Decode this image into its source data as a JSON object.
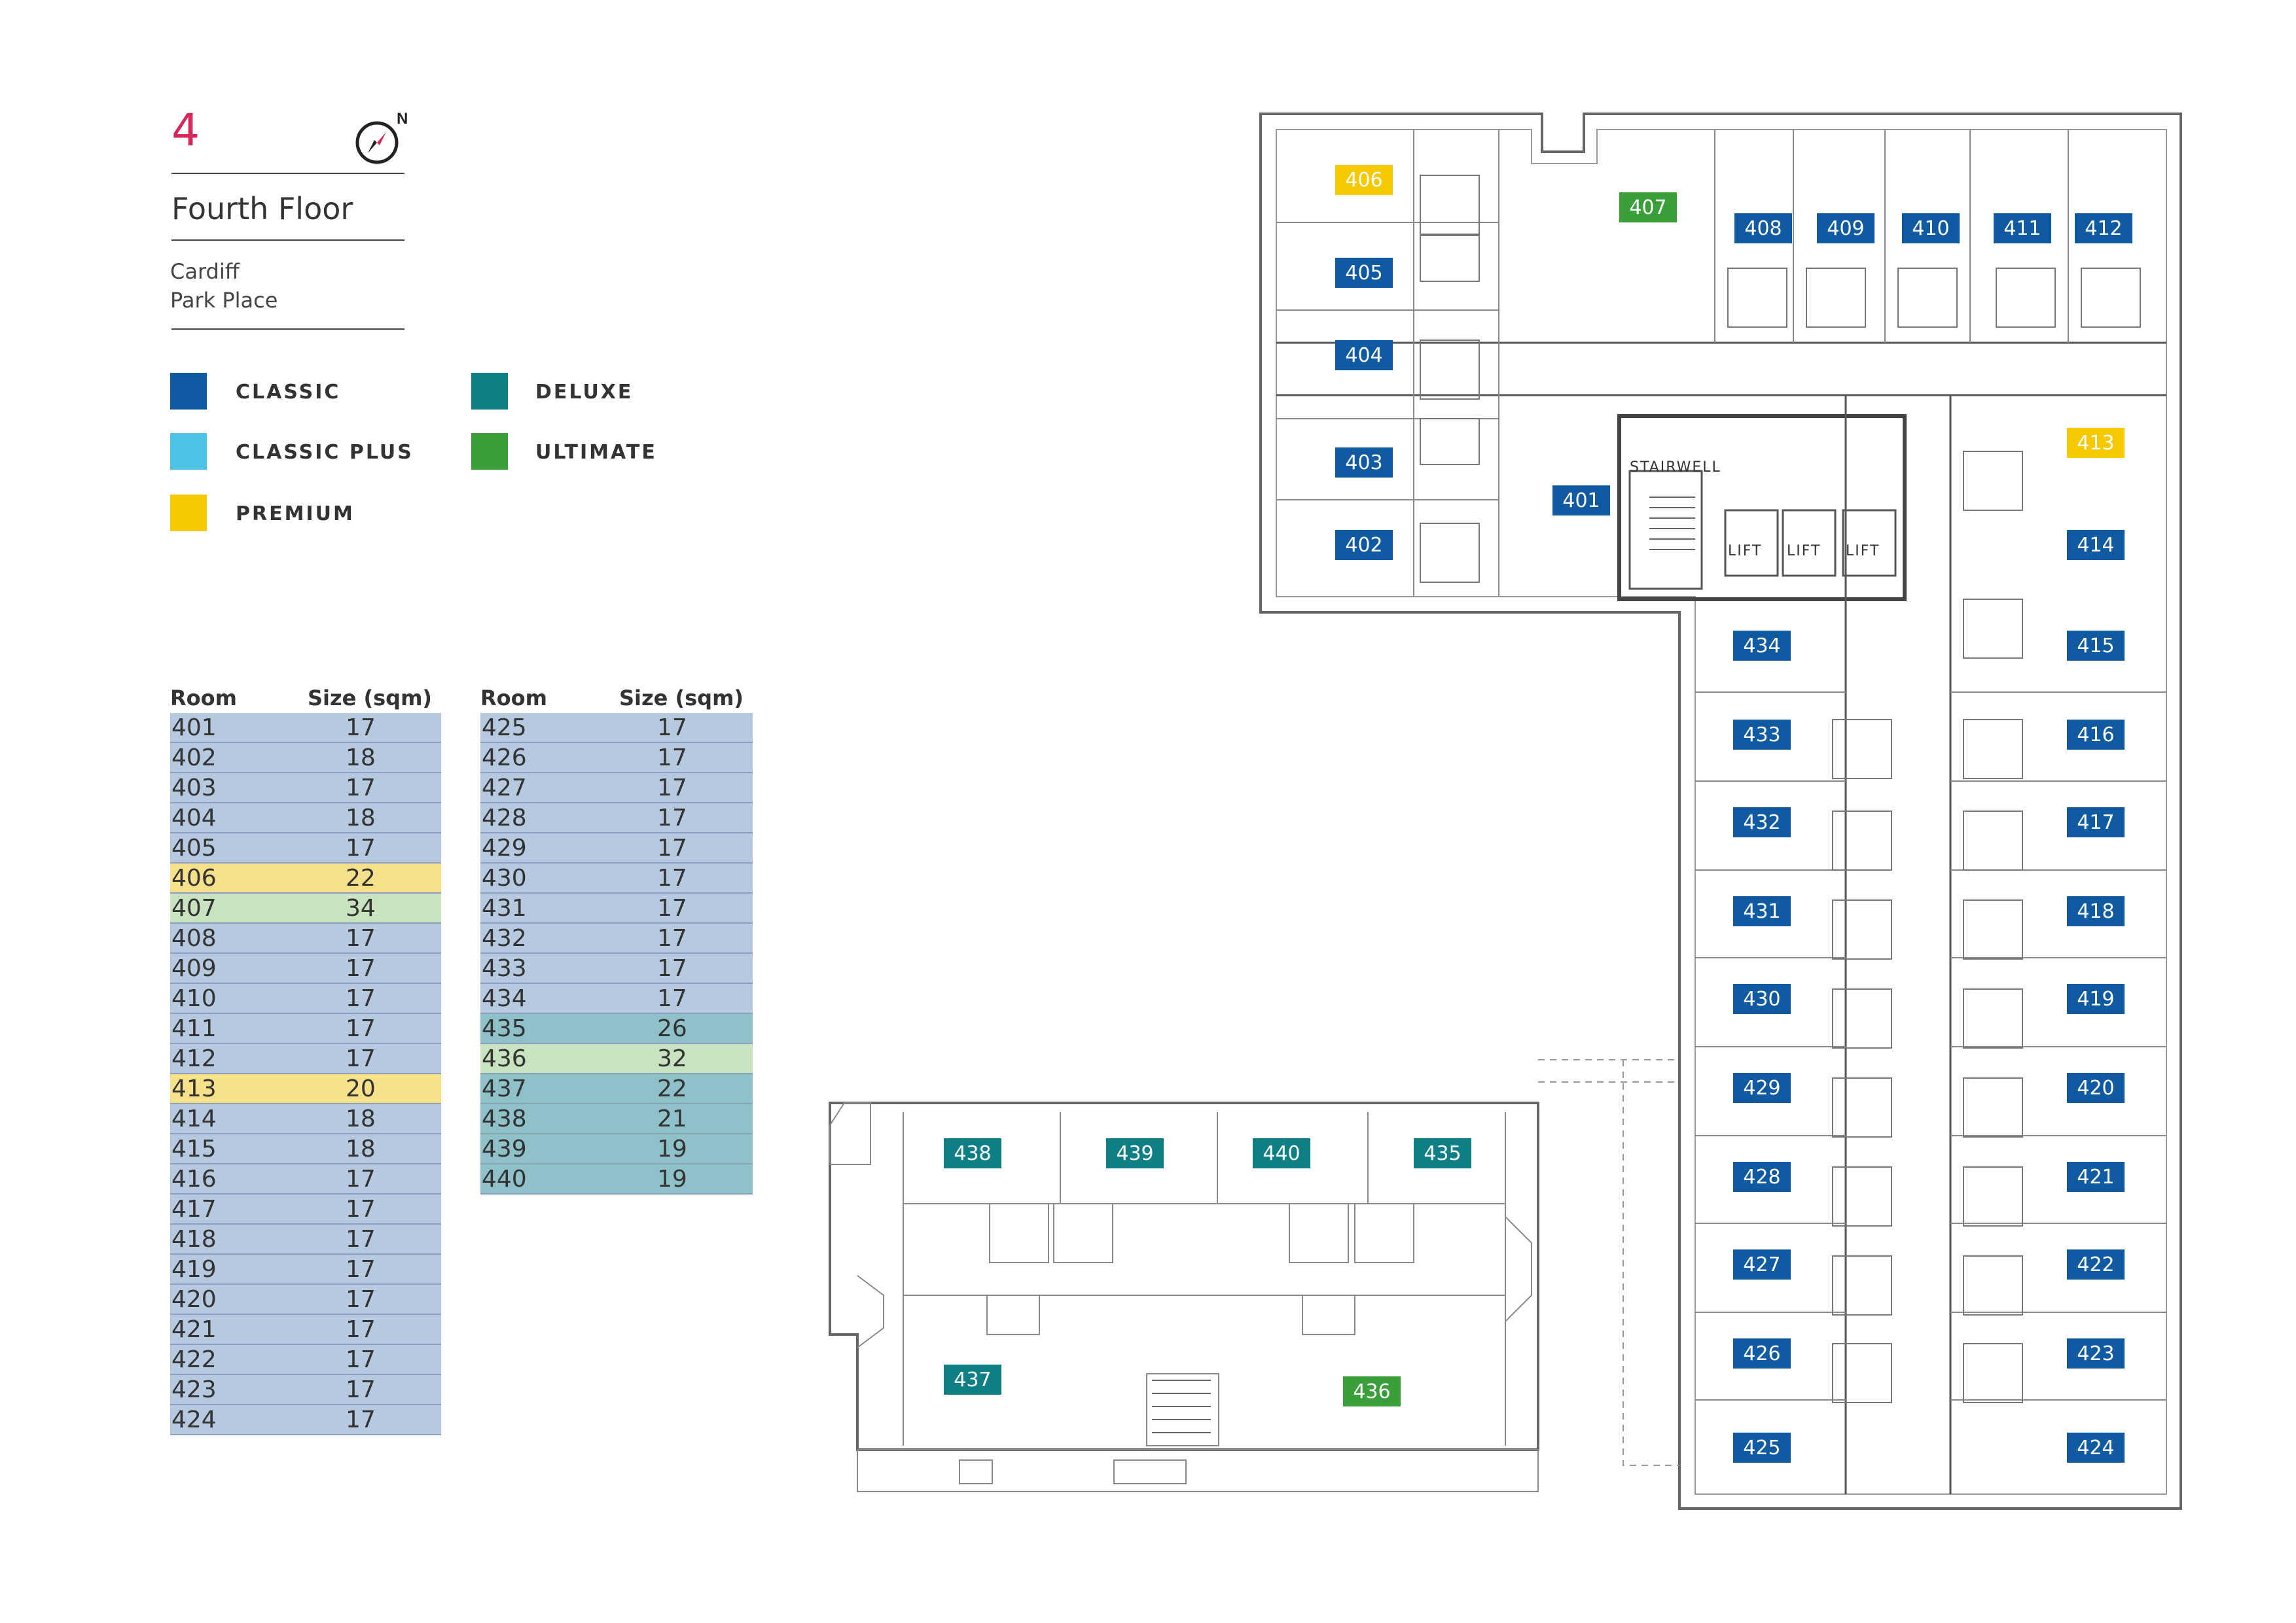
{
  "header": {
    "floor_number": "4",
    "floor_title": "Fourth Floor",
    "address_line1": "Cardiff",
    "address_line2": "Park Place",
    "north_label": "N"
  },
  "legend": {
    "classic": {
      "label": "CLASSIC",
      "color": "#0f5aa0"
    },
    "classic_plus": {
      "label": "CLASSIC PLUS",
      "color": "#4cc3e6"
    },
    "premium": {
      "label": "PREMIUM",
      "color": "#f5c800"
    },
    "deluxe": {
      "label": "DELUXE",
      "color": "#0f7f86"
    },
    "ultimate": {
      "label": "ULTIMATE",
      "color": "#3a9e3a"
    }
  },
  "table1": {
    "header_room": "Room",
    "header_size": "Size (sqm)",
    "rows": [
      {
        "room": "401",
        "size": "17",
        "cat": "classic"
      },
      {
        "room": "402",
        "size": "18",
        "cat": "classic"
      },
      {
        "room": "403",
        "size": "17",
        "cat": "classic"
      },
      {
        "room": "404",
        "size": "18",
        "cat": "classic"
      },
      {
        "room": "405",
        "size": "17",
        "cat": "classic"
      },
      {
        "room": "406",
        "size": "22",
        "cat": "premium"
      },
      {
        "room": "407",
        "size": "34",
        "cat": "ultimate"
      },
      {
        "room": "408",
        "size": "17",
        "cat": "classic"
      },
      {
        "room": "409",
        "size": "17",
        "cat": "classic"
      },
      {
        "room": "410",
        "size": "17",
        "cat": "classic"
      },
      {
        "room": "411",
        "size": "17",
        "cat": "classic"
      },
      {
        "room": "412",
        "size": "17",
        "cat": "classic"
      },
      {
        "room": "413",
        "size": "20",
        "cat": "premium"
      },
      {
        "room": "414",
        "size": "18",
        "cat": "classic"
      },
      {
        "room": "415",
        "size": "18",
        "cat": "classic"
      },
      {
        "room": "416",
        "size": "17",
        "cat": "classic"
      },
      {
        "room": "417",
        "size": "17",
        "cat": "classic"
      },
      {
        "room": "418",
        "size": "17",
        "cat": "classic"
      },
      {
        "room": "419",
        "size": "17",
        "cat": "classic"
      },
      {
        "room": "420",
        "size": "17",
        "cat": "classic"
      },
      {
        "room": "421",
        "size": "17",
        "cat": "classic"
      },
      {
        "room": "422",
        "size": "17",
        "cat": "classic"
      },
      {
        "room": "423",
        "size": "17",
        "cat": "classic"
      },
      {
        "room": "424",
        "size": "17",
        "cat": "classic"
      }
    ]
  },
  "table2": {
    "header_room": "Room",
    "header_size": "Size (sqm)",
    "rows": [
      {
        "room": "425",
        "size": "17",
        "cat": "classic"
      },
      {
        "room": "426",
        "size": "17",
        "cat": "classic"
      },
      {
        "room": "427",
        "size": "17",
        "cat": "classic"
      },
      {
        "room": "428",
        "size": "17",
        "cat": "classic"
      },
      {
        "room": "429",
        "size": "17",
        "cat": "classic"
      },
      {
        "room": "430",
        "size": "17",
        "cat": "classic"
      },
      {
        "room": "431",
        "size": "17",
        "cat": "classic"
      },
      {
        "room": "432",
        "size": "17",
        "cat": "classic"
      },
      {
        "room": "433",
        "size": "17",
        "cat": "classic"
      },
      {
        "room": "434",
        "size": "17",
        "cat": "classic"
      },
      {
        "room": "435",
        "size": "26",
        "cat": "deluxe"
      },
      {
        "room": "436",
        "size": "32",
        "cat": "ultimate"
      },
      {
        "room": "437",
        "size": "22",
        "cat": "deluxe"
      },
      {
        "room": "438",
        "size": "21",
        "cat": "deluxe"
      },
      {
        "room": "439",
        "size": "19",
        "cat": "deluxe"
      },
      {
        "room": "440",
        "size": "19",
        "cat": "deluxe"
      }
    ]
  },
  "plan": {
    "stairwell_label": "STAIRWELL",
    "lift_label": "LIFT",
    "rooms": [
      {
        "id": "401",
        "cat": "classic"
      },
      {
        "id": "402",
        "cat": "classic"
      },
      {
        "id": "403",
        "cat": "classic"
      },
      {
        "id": "404",
        "cat": "classic"
      },
      {
        "id": "405",
        "cat": "classic"
      },
      {
        "id": "406",
        "cat": "premium"
      },
      {
        "id": "407",
        "cat": "ultimate"
      },
      {
        "id": "408",
        "cat": "classic"
      },
      {
        "id": "409",
        "cat": "classic"
      },
      {
        "id": "410",
        "cat": "classic"
      },
      {
        "id": "411",
        "cat": "classic"
      },
      {
        "id": "412",
        "cat": "classic"
      },
      {
        "id": "413",
        "cat": "premium"
      },
      {
        "id": "414",
        "cat": "classic"
      },
      {
        "id": "415",
        "cat": "classic"
      },
      {
        "id": "416",
        "cat": "classic"
      },
      {
        "id": "417",
        "cat": "classic"
      },
      {
        "id": "418",
        "cat": "classic"
      },
      {
        "id": "419",
        "cat": "classic"
      },
      {
        "id": "420",
        "cat": "classic"
      },
      {
        "id": "421",
        "cat": "classic"
      },
      {
        "id": "422",
        "cat": "classic"
      },
      {
        "id": "423",
        "cat": "classic"
      },
      {
        "id": "424",
        "cat": "classic"
      },
      {
        "id": "425",
        "cat": "classic"
      },
      {
        "id": "426",
        "cat": "classic"
      },
      {
        "id": "427",
        "cat": "classic"
      },
      {
        "id": "428",
        "cat": "classic"
      },
      {
        "id": "429",
        "cat": "classic"
      },
      {
        "id": "430",
        "cat": "classic"
      },
      {
        "id": "431",
        "cat": "classic"
      },
      {
        "id": "432",
        "cat": "classic"
      },
      {
        "id": "433",
        "cat": "classic"
      },
      {
        "id": "434",
        "cat": "classic"
      },
      {
        "id": "435",
        "cat": "deluxe"
      },
      {
        "id": "436",
        "cat": "ultimate"
      },
      {
        "id": "437",
        "cat": "deluxe"
      },
      {
        "id": "438",
        "cat": "deluxe"
      },
      {
        "id": "439",
        "cat": "deluxe"
      },
      {
        "id": "440",
        "cat": "deluxe"
      }
    ]
  }
}
